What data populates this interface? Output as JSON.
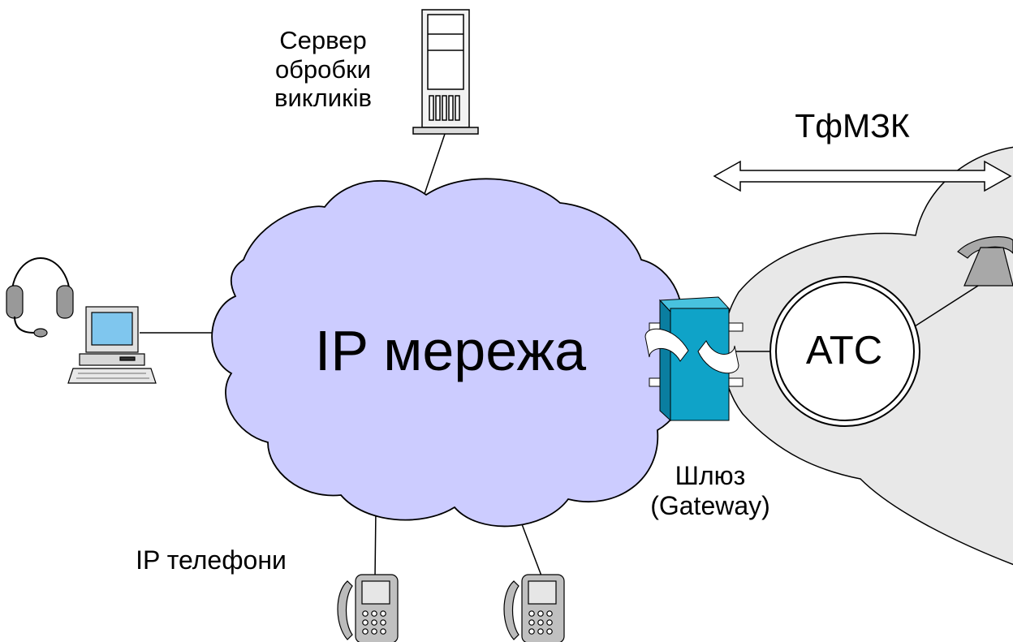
{
  "labels": {
    "server": [
      "Сервер",
      "обробки",
      "викликів"
    ],
    "pstn": "ТфМЗК",
    "ip_network": "IP мережа",
    "exchange": "АТС",
    "gateway": [
      "Шлюз",
      "(Gateway)"
    ],
    "ip_phones": "IP телефони"
  },
  "colors": {
    "cloud_fill": "#ccccff",
    "pstn_fill": "#e8e8e8",
    "gateway_fill": "#0fa3c8",
    "gateway_top": "#48c2de",
    "gateway_dark": "#0a7ea0",
    "outline": "#000000"
  },
  "icons": [
    "server-icon",
    "headset-icon",
    "computer-icon",
    "gateway-icon",
    "telephone-icon",
    "ip-phone-icon"
  ]
}
